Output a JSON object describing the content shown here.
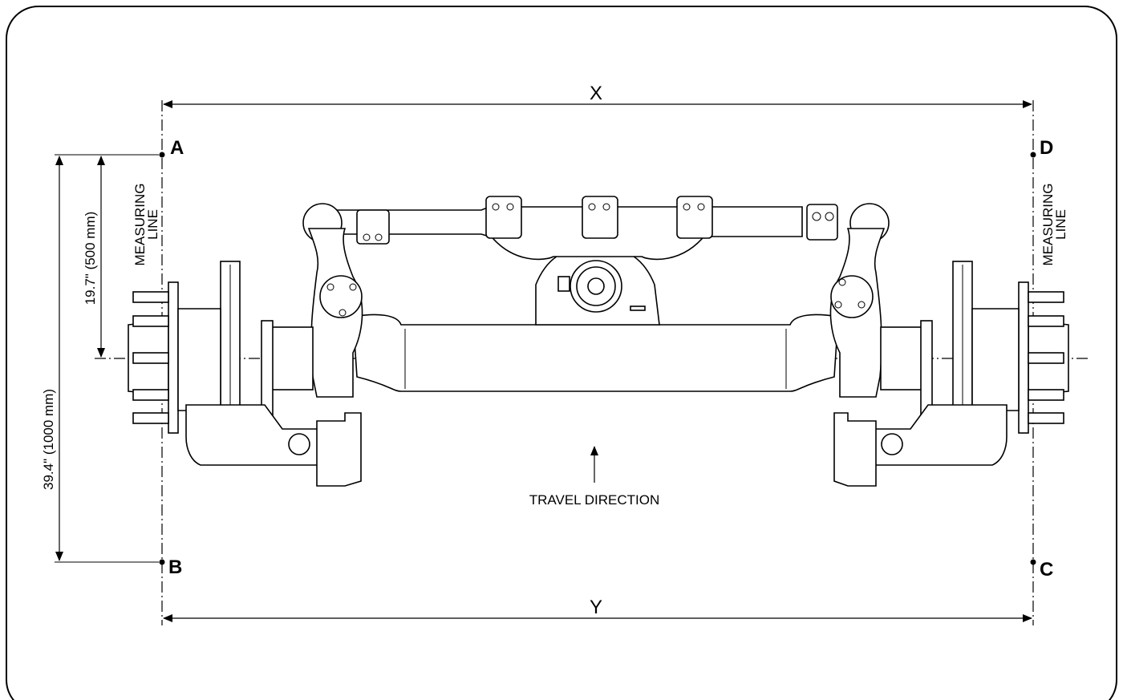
{
  "diagram": {
    "points": {
      "a": "A",
      "b": "B",
      "c": "C",
      "d": "D"
    },
    "dimensions": {
      "top_width": "X",
      "bottom_width": "Y",
      "short_offset": "19.7\" (500 mm)",
      "long_offset": "39.4\" (1000 mm)"
    },
    "measuring_line": {
      "line1": "MEASURING",
      "line2": "LINE"
    },
    "travel_direction": "TRAVEL DIRECTION"
  }
}
